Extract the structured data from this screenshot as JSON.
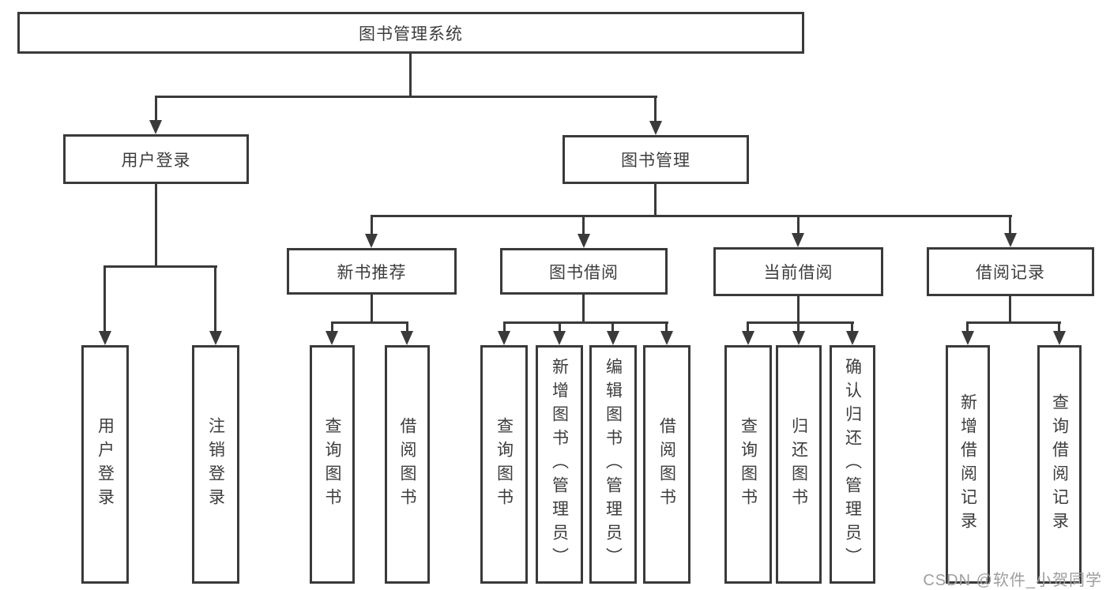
{
  "diagram": {
    "root_label": "图书管理系统",
    "level2": [
      {
        "label": "用户登录"
      },
      {
        "label": "图书管理"
      }
    ],
    "level3": [
      {
        "label": "新书推荐"
      },
      {
        "label": "图书借阅"
      },
      {
        "label": "当前借阅"
      },
      {
        "label": "借阅记录"
      }
    ],
    "leaves": {
      "user_login": [
        {
          "label": "用户登录"
        },
        {
          "label": "注销登录"
        }
      ],
      "new_book": [
        {
          "label": "查询图书"
        },
        {
          "label": "借阅图书"
        }
      ],
      "book_borrow": [
        {
          "label": "查询图书"
        },
        {
          "label": "新增图书（管理员）"
        },
        {
          "label": "编辑图书（管理员）"
        },
        {
          "label": "借阅图书"
        }
      ],
      "current_borrow": [
        {
          "label": "查询图书"
        },
        {
          "label": "归还图书"
        },
        {
          "label": "确认归还（管理员）"
        }
      ],
      "borrow_record": [
        {
          "label": "新增借阅记录"
        },
        {
          "label": "查询借阅记录"
        }
      ]
    }
  },
  "watermark": {
    "text": "CSDN @软件_小贺同学"
  },
  "colors": {
    "line": "#3a3a3a",
    "text": "#3d3d3d",
    "watermark": "#9e9e9e",
    "background": "#ffffff"
  }
}
